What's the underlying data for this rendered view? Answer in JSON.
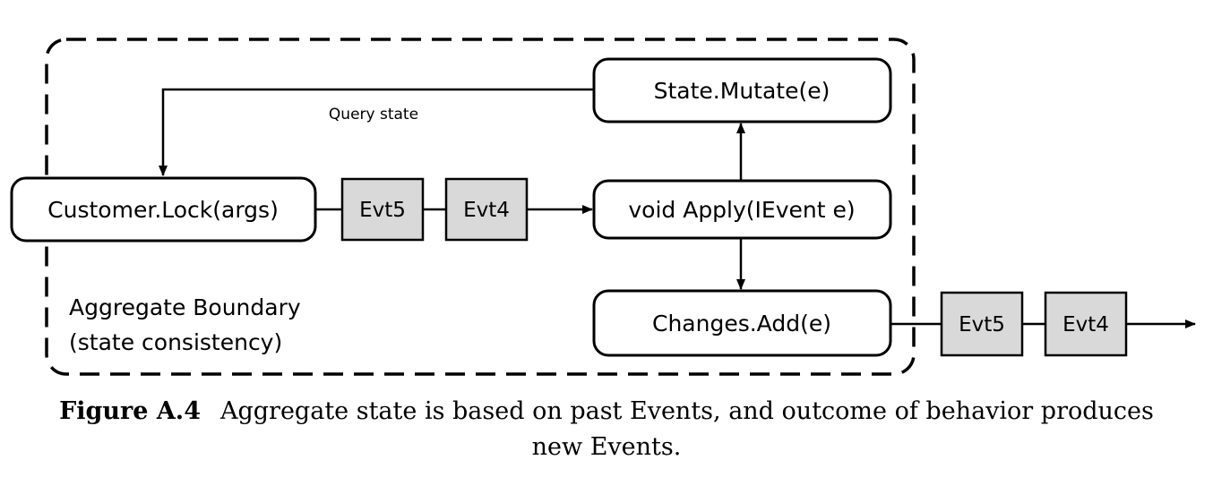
{
  "diagram": {
    "boundary_label_1": "Aggregate Boundary",
    "boundary_label_2": "(state consistency)",
    "query_label": "Query state",
    "nodes": {
      "mutate": "State.Mutate(e)",
      "lock": "Customer.Lock(args)",
      "apply": "void Apply(IEvent e)",
      "changes": "Changes.Add(e)"
    },
    "input_events": [
      "Evt5",
      "Evt4"
    ],
    "output_events": [
      "Evt5",
      "Evt4"
    ]
  },
  "caption": {
    "label": "Figure A.4",
    "text": "Aggregate state is based on past Events, and outcome of behavior produces new Events."
  }
}
